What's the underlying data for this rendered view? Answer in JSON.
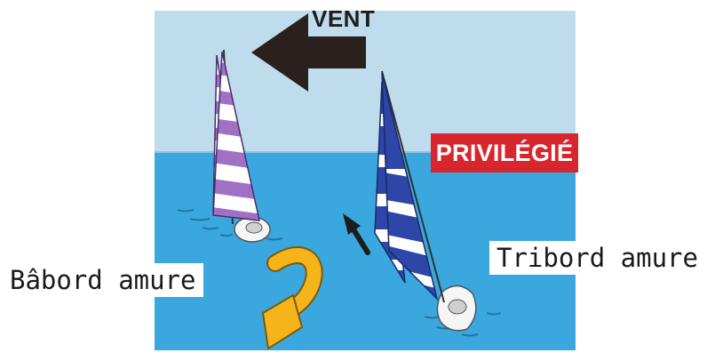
{
  "wind": {
    "label": "VENT"
  },
  "badge": {
    "label": "PRIVILÉGIÉ"
  },
  "labels": {
    "port_tack": "Bâbord amure",
    "starboard_tack": "Tribord amure"
  },
  "colors": {
    "sky": "#bfdced",
    "sea": "#3aa8de",
    "wind_arrow": "#2a211f",
    "badge": "#d8262e",
    "port_sail_stripe": "#a070c4",
    "starboard_sail_stripe": "#2d46a8",
    "turn_arrow": "#f4b41a"
  },
  "icons": {
    "wind": "wind-arrow-icon",
    "turn": "u-turn-arrow-icon",
    "course": "course-arrow-icon"
  }
}
